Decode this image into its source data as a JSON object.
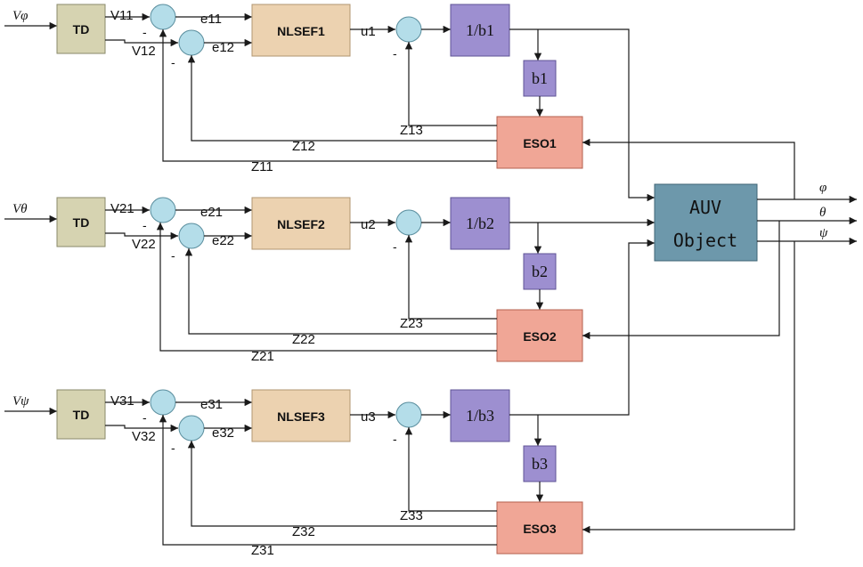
{
  "inputs": [
    "Vφ",
    "Vθ",
    "Vψ"
  ],
  "outputs": [
    "φ",
    "θ",
    "ψ"
  ],
  "plant": {
    "line1": "AUV",
    "line2": "Object"
  },
  "minus_sign": "-",
  "channels": [
    {
      "td": "TD",
      "nlsef": "NLSEF1",
      "inv_b": "1/b1",
      "b": "b1",
      "eso": "ESO1",
      "v1": "V11",
      "v2": "V12",
      "e1": "e11",
      "e2": "e12",
      "u": "u1",
      "z1": "Z11",
      "z2": "Z12",
      "z3": "Z13"
    },
    {
      "td": "TD",
      "nlsef": "NLSEF2",
      "inv_b": "1/b2",
      "b": "b2",
      "eso": "ESO2",
      "v1": "V21",
      "v2": "V22",
      "e1": "e21",
      "e2": "e22",
      "u": "u2",
      "z1": "Z21",
      "z2": "Z22",
      "z3": "Z23"
    },
    {
      "td": "TD",
      "nlsef": "NLSEF3",
      "inv_b": "1/b3",
      "b": "b3",
      "eso": "ESO3",
      "v1": "V31",
      "v2": "V32",
      "e1": "e31",
      "e2": "e32",
      "u": "u3",
      "z1": "Z31",
      "z2": "Z32",
      "z3": "Z33"
    }
  ],
  "colors": {
    "td": "#d6d3b1",
    "nlsef": "#ecd2b0",
    "gain": "#9d8fd0",
    "eso": "#f0a696",
    "plant": "#6d98ab",
    "summer": "#b4dde9"
  }
}
